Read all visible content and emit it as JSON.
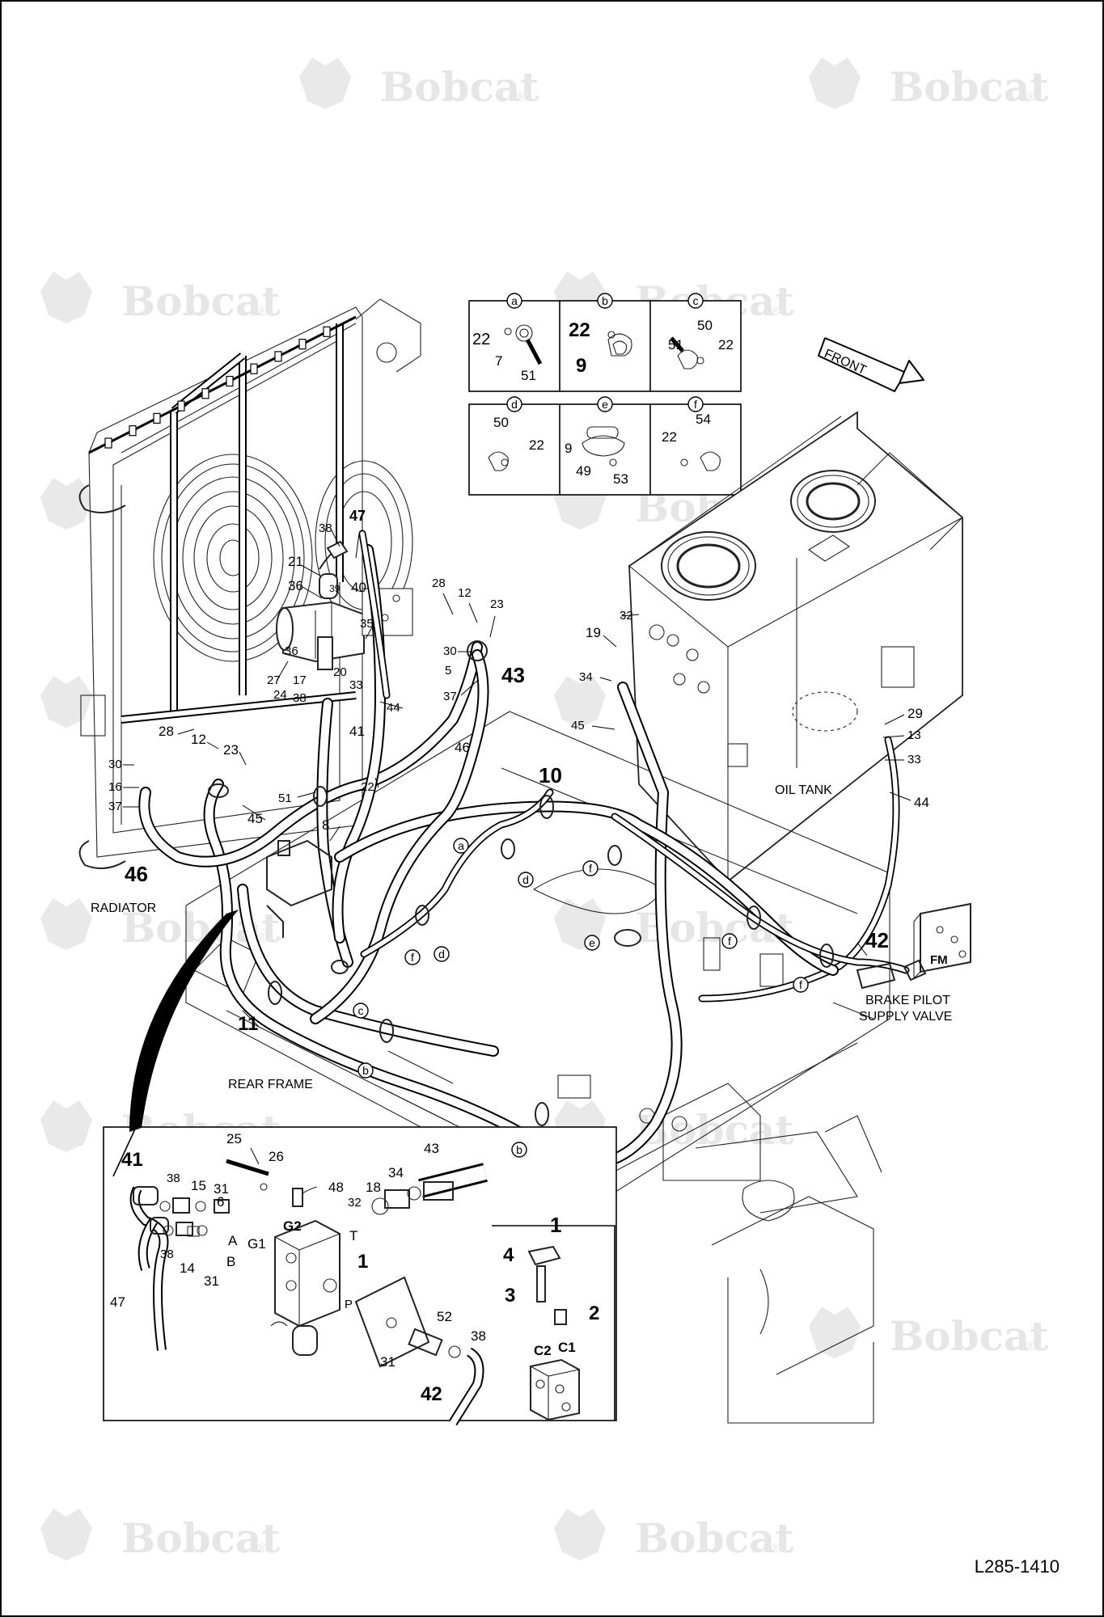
{
  "watermark": {
    "brand": "Bobcat",
    "reg_mark": "®"
  },
  "drawing_number": "L285-1410",
  "front_arrow": {
    "label": "FRONT"
  },
  "component_labels": {
    "radiator": "RADIATOR",
    "oil_tank": "OIL TANK",
    "rear_frame": "REAR FRAME",
    "brake_pilot_supply_valve_line1": "BRAKE PILOT",
    "brake_pilot_supply_valve_line2": "SUPPLY VALVE",
    "fm": "FM"
  },
  "clamp_details": [
    {
      "letter": "a",
      "parts": [
        "22",
        "7",
        "51"
      ]
    },
    {
      "letter": "b",
      "parts": [
        "22",
        "9"
      ]
    },
    {
      "letter": "c",
      "parts": [
        "51",
        "50",
        "22"
      ]
    },
    {
      "letter": "d",
      "parts": [
        "50",
        "22"
      ]
    },
    {
      "letter": "e",
      "parts": [
        "9",
        "49",
        "53"
      ]
    },
    {
      "letter": "f",
      "parts": [
        "54",
        "22"
      ]
    }
  ],
  "callouts_main": [
    "47",
    "38",
    "21",
    "36",
    "39",
    "40",
    "35",
    "28",
    "12",
    "23",
    "36",
    "30",
    "5",
    "27",
    "24",
    "17",
    "20",
    "33",
    "38",
    "37",
    "44",
    "43",
    "41",
    "46",
    "28",
    "12",
    "23",
    "51",
    "22",
    "30",
    "16",
    "37",
    "45",
    "8",
    "46",
    "19",
    "32",
    "34",
    "45",
    "10",
    "29",
    "13",
    "33",
    "44",
    "42",
    "11"
  ],
  "callout_letters_main": [
    "a",
    "d",
    "f",
    "f",
    "e",
    "f",
    "f",
    "c",
    "b",
    "b",
    "d"
  ],
  "inset_detail_left": {
    "callouts": [
      "25",
      "26",
      "41",
      "43",
      "38",
      "15",
      "31",
      "6",
      "48",
      "18",
      "34",
      "32",
      "G2",
      "T",
      "A",
      "G1",
      "38",
      "14",
      "31",
      "B",
      "1",
      "47",
      "P",
      "52",
      "38",
      "31",
      "42"
    ]
  },
  "inset_detail_right": {
    "callouts": [
      "1",
      "4",
      "3",
      "2",
      "C2",
      "C1"
    ]
  }
}
